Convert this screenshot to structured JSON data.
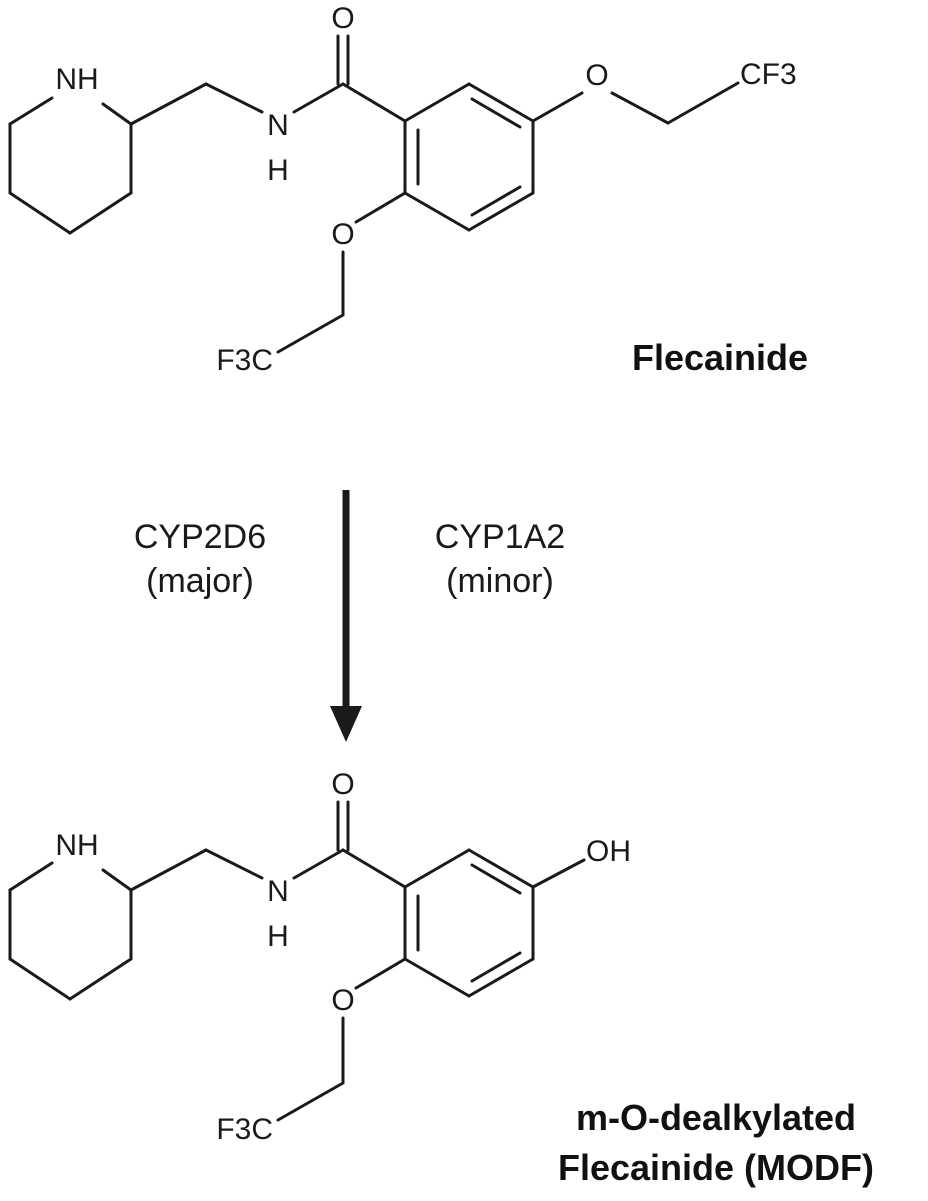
{
  "compounds": {
    "parent": {
      "name": "Flecainide",
      "atoms": {
        "piperidine_nh": "NH",
        "amide_n": "N",
        "amide_h": "H",
        "carbonyl_o": "O",
        "ether_o_meta": "O",
        "cf3_meta": "CF3",
        "ether_o_ortho": "O",
        "cf3_ortho": "F3C"
      }
    },
    "metabolite": {
      "name_line1": "m-O-dealkylated",
      "name_line2": "Flecainide (MODF)",
      "atoms": {
        "piperidine_nh": "NH",
        "amide_n": "N",
        "amide_h": "H",
        "carbonyl_o": "O",
        "hydroxyl": "OH",
        "ether_o_ortho": "O",
        "cf3_ortho": "F3C"
      }
    }
  },
  "reaction": {
    "enzyme_major": "CYP2D6",
    "enzyme_major_role": "(major)",
    "enzyme_minor": "CYP1A2",
    "enzyme_minor_role": "(minor)"
  }
}
